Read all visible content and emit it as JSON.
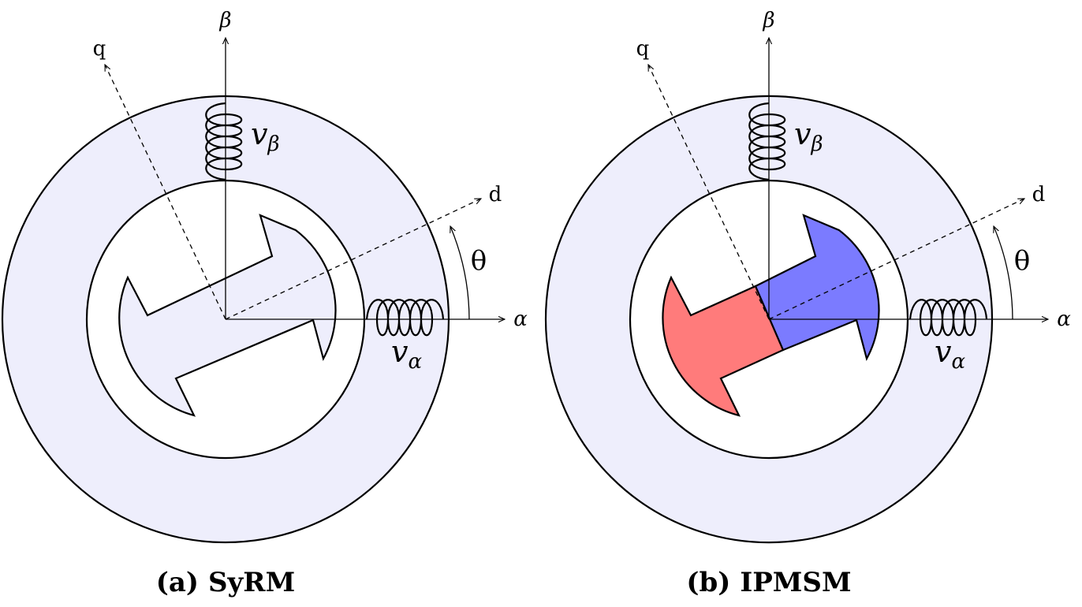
{
  "panels": [
    {
      "id": "a",
      "caption_tag": "(a)",
      "caption_title": "SyRM",
      "axes": {
        "alpha": "α",
        "beta": "β",
        "d": "d",
        "q": "q"
      },
      "angle_label": "θ",
      "coils": {
        "alpha": {
          "base": "v",
          "sub": "α"
        },
        "beta": {
          "base": "v",
          "sub": "β"
        }
      },
      "rotor": "reluctance"
    },
    {
      "id": "b",
      "caption_tag": "(b)",
      "caption_title": "IPMSM",
      "axes": {
        "alpha": "α",
        "beta": "β",
        "d": "d",
        "q": "q"
      },
      "angle_label": "θ",
      "coils": {
        "alpha": {
          "base": "v",
          "sub": "α"
        },
        "beta": {
          "base": "v",
          "sub": "β"
        }
      },
      "rotor": "permanent-magnet"
    }
  ],
  "colors": {
    "stator_fill": "#eeeefc",
    "magnet_north": "#ff7b7b",
    "magnet_south": "#7b7bff",
    "stroke": "#000000"
  }
}
